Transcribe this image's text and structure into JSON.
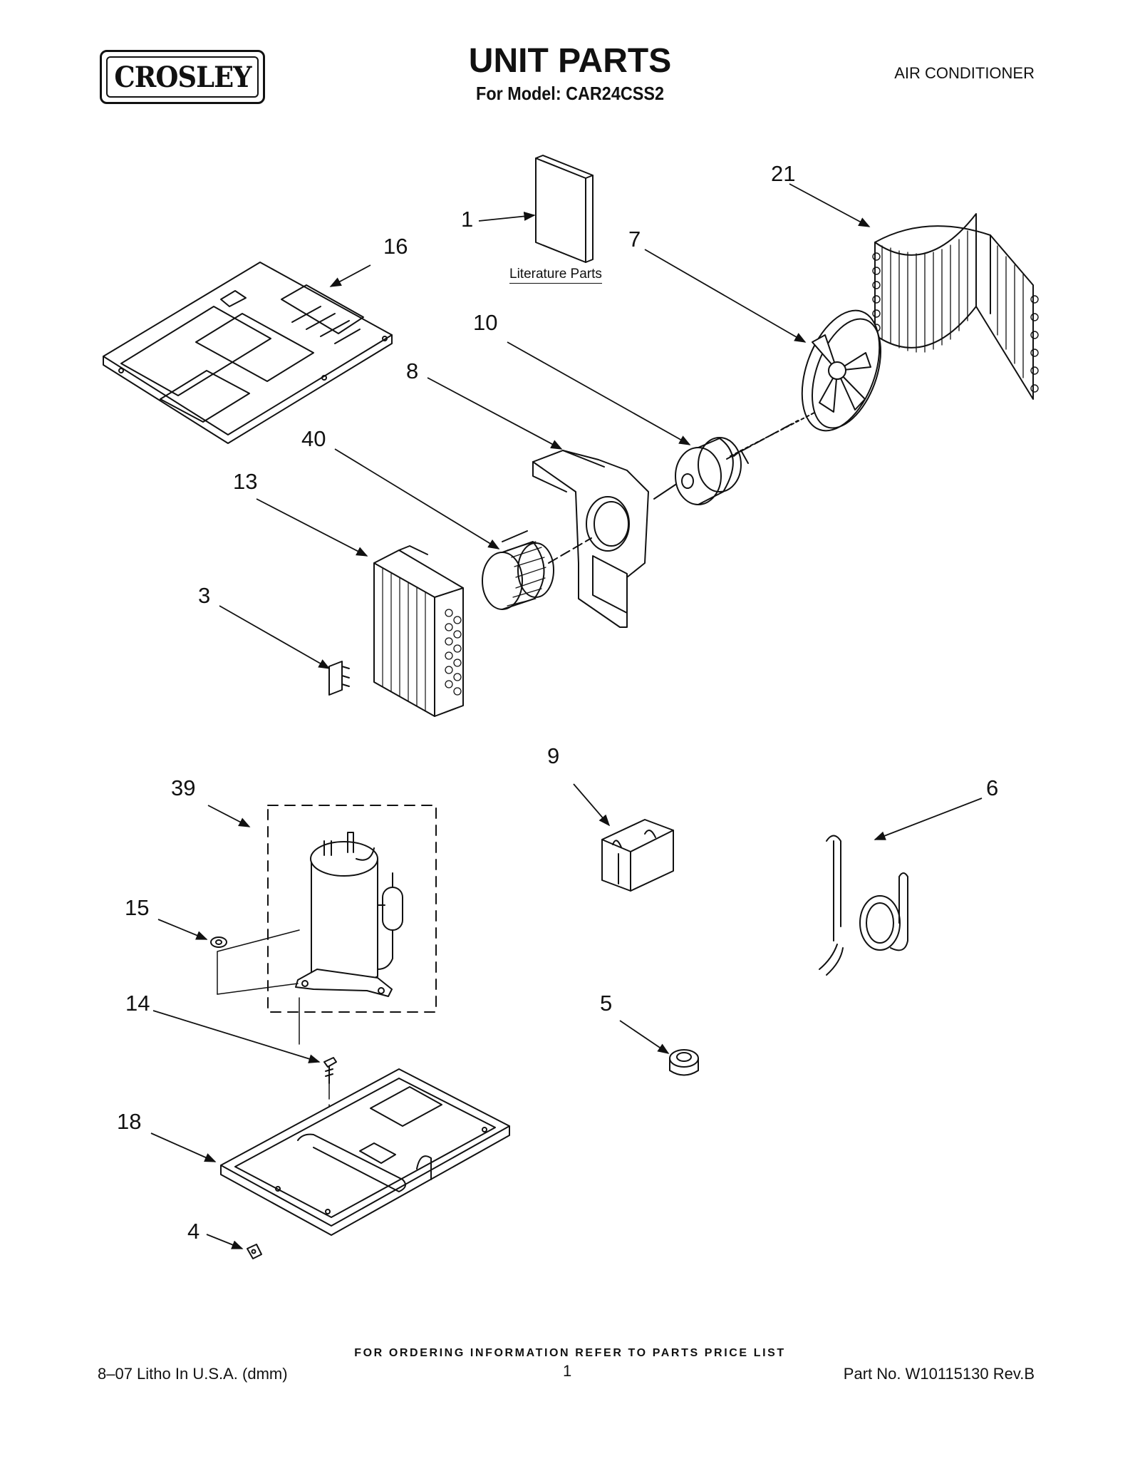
{
  "header": {
    "brand": "CROSLEY",
    "title": "UNIT PARTS",
    "subtitle": "For Model: CAR24CSS2",
    "category": "AIR CONDITIONER"
  },
  "diagram": {
    "literature_label": "Literature Parts",
    "callouts": {
      "c1": "1",
      "c3": "3",
      "c4": "4",
      "c5": "5",
      "c6": "6",
      "c7": "7",
      "c8": "8",
      "c9": "9",
      "c10": "10",
      "c13": "13",
      "c14": "14",
      "c15": "15",
      "c16": "16",
      "c18": "18",
      "c21": "21",
      "c39": "39",
      "c40": "40"
    }
  },
  "footer": {
    "note": "FOR ORDERING INFORMATION REFER TO PARTS PRICE LIST",
    "left": "8–07 Litho In U.S.A. (dmm)",
    "page": "1",
    "part_no": "Part No. W10115130 Rev.B"
  }
}
